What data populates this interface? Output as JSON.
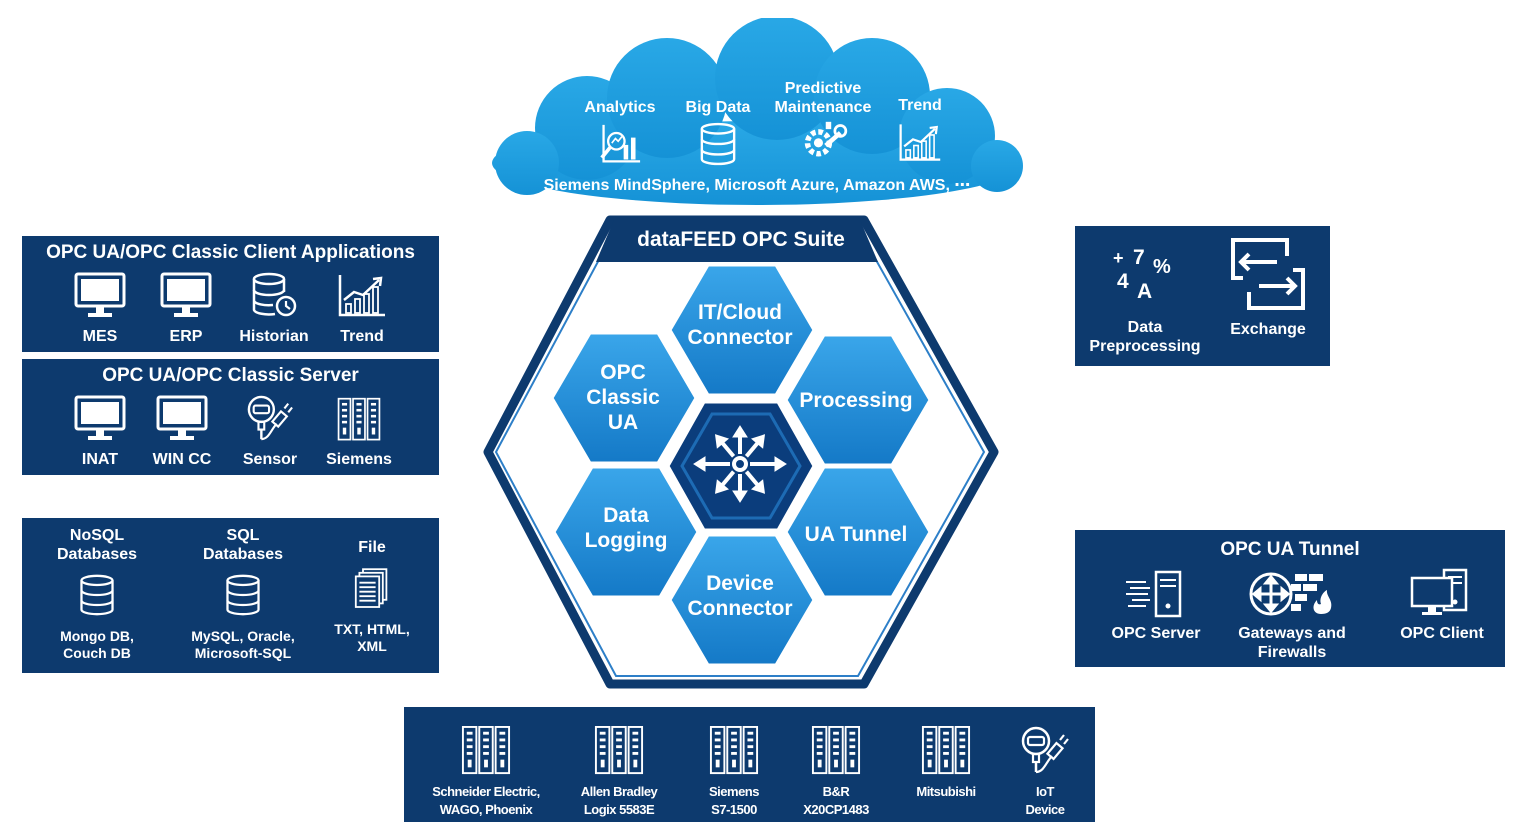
{
  "colors": {
    "navy": "#0d3a6e",
    "cloud_blue": "#1a9ee0",
    "hex_blue": "#1c8bd6",
    "hex_core": "#0b3d7c"
  },
  "cloud": {
    "items": [
      {
        "label": "Analytics",
        "icon": "analytics-icon"
      },
      {
        "label": "Big Data",
        "icon": "database-icon"
      },
      {
        "label_line1": "Predictive",
        "label_line2": "Maintenance",
        "icon": "maintenance-icon"
      },
      {
        "label": "Trend",
        "icon": "trend-icon"
      }
    ],
    "platforms": "Siemens MindSphere, Microsoft Azure, Amazon AWS, ⋯"
  },
  "suite": {
    "title": "dataFEED OPC Suite",
    "modules": {
      "it_cloud": [
        "IT/Cloud",
        "Connector"
      ],
      "opc": [
        "OPC",
        "Classic",
        "UA"
      ],
      "processing": [
        "Processing"
      ],
      "logging": [
        "Data",
        "Logging"
      ],
      "tunnel": [
        "UA Tunnel"
      ],
      "device": [
        "Device",
        "Connector"
      ]
    },
    "center_icon": "distribution-arrows-icon"
  },
  "client_apps": {
    "title": "OPC UA/OPC Classic Client Applications",
    "items": [
      {
        "label": "MES",
        "icon": "monitor-icon"
      },
      {
        "label": "ERP",
        "icon": "monitor-icon"
      },
      {
        "label": "Historian",
        "icon": "historian-database-icon"
      },
      {
        "label": "Trend",
        "icon": "trend-icon"
      }
    ]
  },
  "servers": {
    "title": "OPC UA/OPC Classic Server",
    "items": [
      {
        "label": "INAT",
        "icon": "monitor-icon"
      },
      {
        "label": "WIN CC",
        "icon": "monitor-icon"
      },
      {
        "label": "Sensor",
        "icon": "sensor-icon"
      },
      {
        "label": "Siemens",
        "icon": "plc-rack-icon"
      }
    ]
  },
  "databases": {
    "items": [
      {
        "title": [
          "NoSQL",
          "Databases"
        ],
        "label": [
          "Mongo DB,",
          "Couch DB"
        ],
        "icon": "database-icon"
      },
      {
        "title": [
          "SQL",
          "Databases"
        ],
        "label": [
          "MySQL, Oracle,",
          "Microsoft-SQL"
        ],
        "icon": "database-icon"
      },
      {
        "title": [
          "File"
        ],
        "label": [
          "TXT, HTML,",
          "XML"
        ],
        "icon": "file-stack-icon"
      }
    ]
  },
  "preprocessing": {
    "items": [
      {
        "label": [
          "Data",
          "Preprocessing"
        ],
        "icon": "math-symbols-icon",
        "symbols": [
          "+",
          "7",
          "%",
          "4",
          "A"
        ]
      },
      {
        "label": [
          "Exchange"
        ],
        "icon": "exchange-icon"
      }
    ]
  },
  "tunnel_panel": {
    "title": "OPC UA Tunnel",
    "items": [
      {
        "label": [
          "OPC Server"
        ],
        "icon": "server-icon"
      },
      {
        "label": [
          "Gateways and",
          "Firewalls"
        ],
        "icon": "gateway-firewall-icon"
      },
      {
        "label": [
          "OPC Client"
        ],
        "icon": "client-computer-icon"
      }
    ]
  },
  "devices": {
    "items": [
      {
        "label": [
          "Schneider Electric,",
          "WAGO, Phoenix"
        ],
        "icon": "plc-rack-icon"
      },
      {
        "label": [
          "Allen Bradley",
          "Logix 5583E"
        ],
        "icon": "plc-rack-icon"
      },
      {
        "label": [
          "Siemens",
          "S7-1500"
        ],
        "icon": "plc-rack-icon"
      },
      {
        "label": [
          "B&R",
          "X20CP1483"
        ],
        "icon": "plc-rack-icon"
      },
      {
        "label": [
          "Mitsubishi"
        ],
        "icon": "plc-rack-icon"
      },
      {
        "label": [
          "IoT",
          "Device"
        ],
        "icon": "sensor-icon"
      }
    ]
  }
}
